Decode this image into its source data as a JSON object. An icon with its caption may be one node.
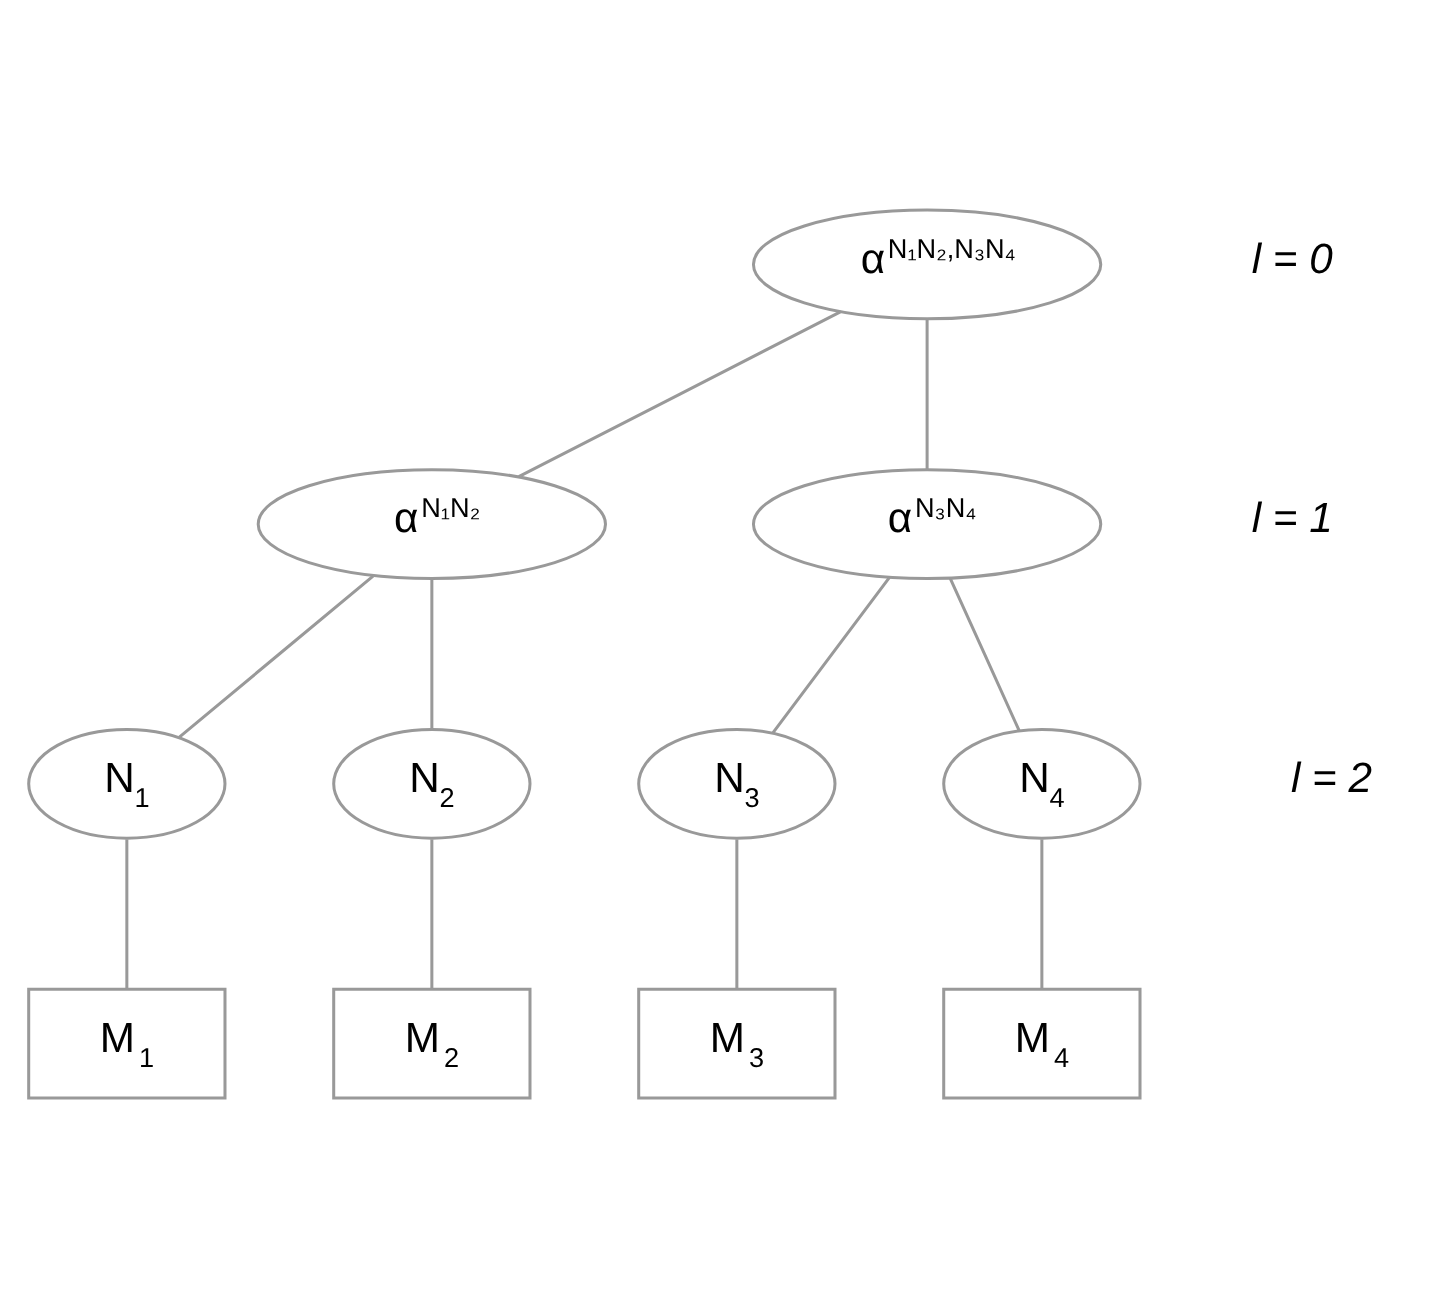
{
  "diagram": {
    "nodes": [
      {
        "text": [
          "α$^{N₁N₂,N₃N₄}$"
        ]
      },
      {
        "text": [
          "α$^{N₁N₂}$"
        ]
      },
      {
        "text": [
          "α$^{N₃N₄}$"
        ]
      },
      {
        "text": [
          "N$_{1}$"
        ]
      },
      {
        "text": [
          "N$_{2}$"
        ]
      },
      {
        "text": [
          "N$_{3}$"
        ]
      },
      {
        "text": [
          "N$_{4}$"
        ]
      },
      {
        "text": [
          "M$_{1}$"
        ]
      },
      {
        "text": [
          "M$_{2}$"
        ]
      },
      {
        "text": [
          "M$_{3}$"
        ]
      },
      {
        "text": [
          "M$_{4}$"
        ]
      }
    ],
    "edges": [
      {
        "from": 0,
        "to": 1,
        "arrow": "none"
      },
      {
        "from": 0,
        "to": 2,
        "arrow": "none"
      },
      {
        "from": 1,
        "to": 3,
        "arrow": "none"
      },
      {
        "from": 1,
        "to": 4,
        "arrow": "none"
      },
      {
        "from": 2,
        "to": 5,
        "arrow": "none"
      },
      {
        "from": 2,
        "to": 6,
        "arrow": "none"
      },
      {
        "from": 3,
        "to": 7,
        "arrow": "none"
      },
      {
        "from": 4,
        "to": 8,
        "arrow": "none"
      },
      {
        "from": 5,
        "to": 9,
        "arrow": "none"
      },
      {
        "from": 6,
        "to": 10,
        "arrow": "none"
      }
    ],
    "labels": [
      "l = 0",
      "l = 1",
      "l = 2"
    ]
  }
}
